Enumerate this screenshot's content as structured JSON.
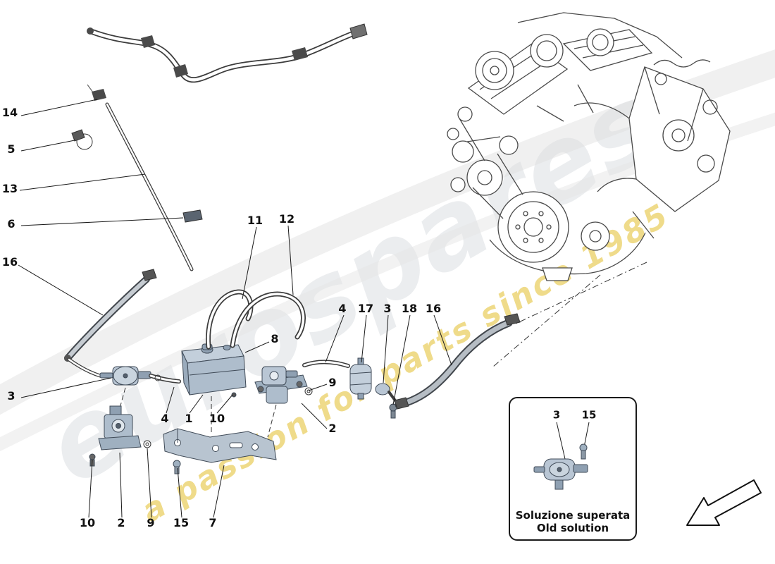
{
  "watermark": {
    "brand": "eurospares",
    "tagline": "a passion for parts since 1985"
  },
  "callouts": {
    "c14": "14",
    "c5": "5",
    "c13": "13",
    "c6": "6",
    "c16_left": "16",
    "c3_left": "3",
    "c11": "11",
    "c12": "12",
    "c8": "8",
    "c4_top": "4",
    "c17": "17",
    "c3_mid": "3",
    "c18": "18",
    "c16_right": "16",
    "c9_mid": "9",
    "c2_mid": "2",
    "c4_bot": "4",
    "c1": "1",
    "c10_mid": "10",
    "c10_bot": "10",
    "c2_bot": "2",
    "c9_bot": "9",
    "c15_bot": "15",
    "c7": "7"
  },
  "inset": {
    "c3": "3",
    "c15": "15",
    "caption_line1": "Soluzione superata",
    "caption_line2": "Old solution"
  }
}
